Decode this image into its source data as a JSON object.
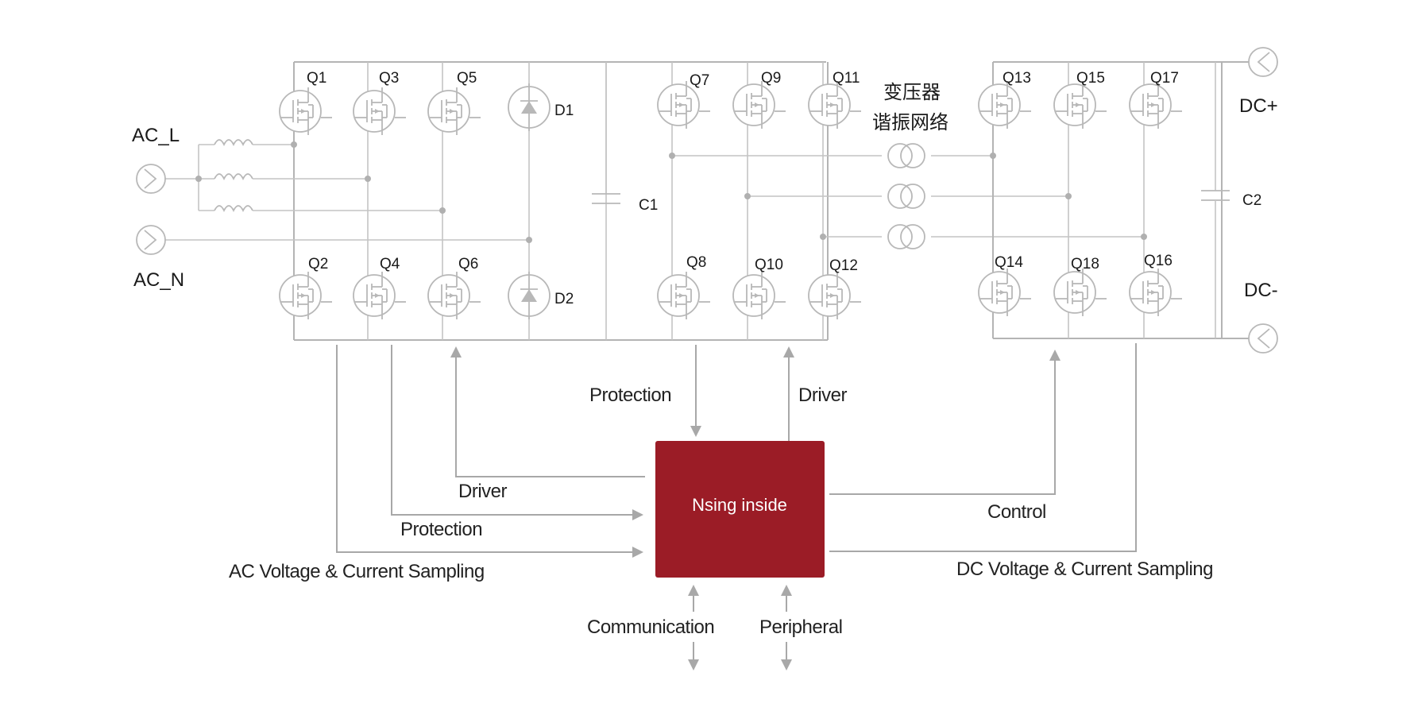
{
  "colors": {
    "controller_fill": "#9b1c26",
    "wire": "#b4b4b4",
    "signal": "#a8a8a8",
    "text": "#1a1a1a"
  },
  "terminals": {
    "ac_l": "AC_L",
    "ac_n": "AC_N",
    "dc_plus": "DC+",
    "dc_minus": "DC-"
  },
  "transformer": {
    "line1": "变压器",
    "line2": "谐振网络"
  },
  "switches": {
    "q1": "Q1",
    "q2": "Q2",
    "q3": "Q3",
    "q4": "Q4",
    "q5": "Q5",
    "q6": "Q6",
    "q7": "Q7",
    "q8": "Q8",
    "q9": "Q9",
    "q10": "Q10",
    "q11": "Q11",
    "q12": "Q12",
    "q13": "Q13",
    "q14": "Q14",
    "q15": "Q15",
    "q16": "Q16",
    "q17": "Q17",
    "q18": "Q18"
  },
  "diodes": {
    "d1": "D1",
    "d2": "D2"
  },
  "capacitors": {
    "c1": "C1",
    "c2": "C2"
  },
  "controller": {
    "label": "Nsing inside"
  },
  "signals": {
    "protection_top": "Protection",
    "driver_top": "Driver",
    "driver_left": "Driver",
    "protection_left": "Protection",
    "ac_sampling": "AC Voltage & Current Sampling",
    "control_right": "Control",
    "dc_sampling": "DC Voltage & Current Sampling",
    "communication": "Communication",
    "peripheral": "Peripheral"
  }
}
